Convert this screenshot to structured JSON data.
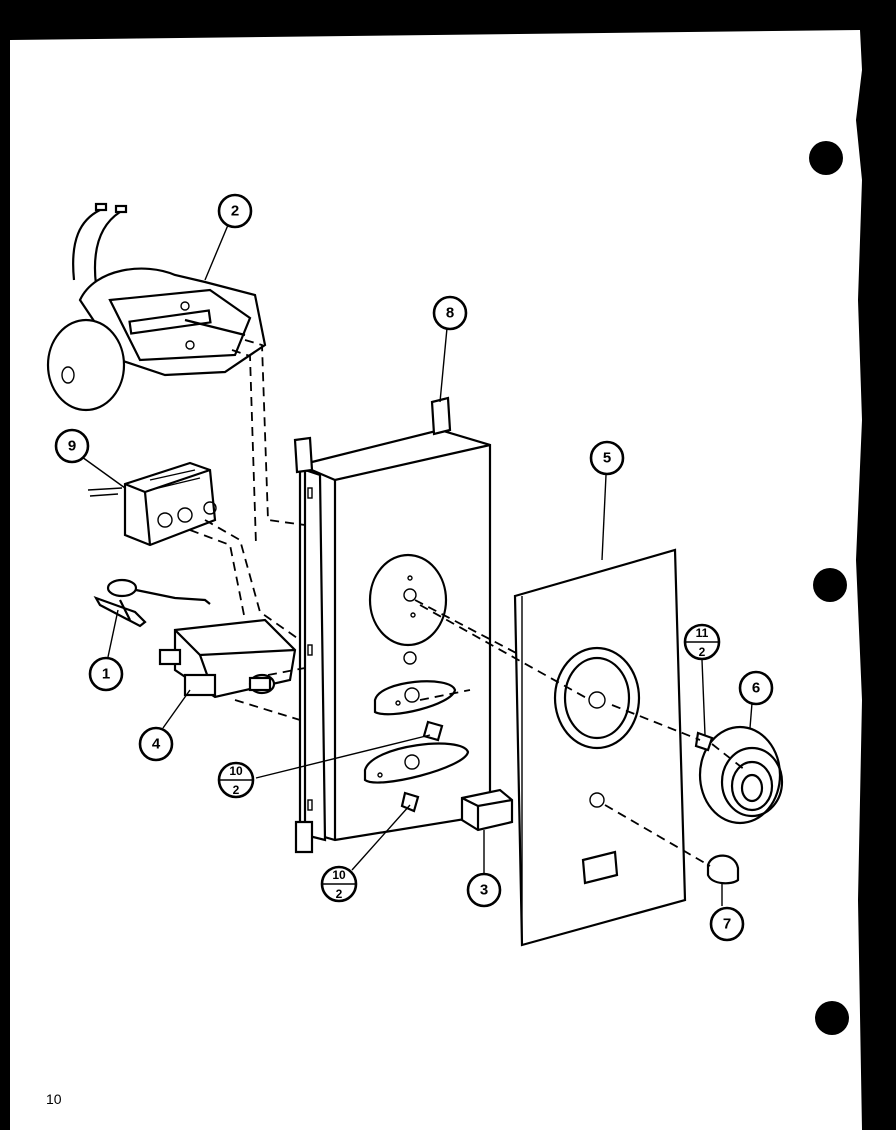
{
  "page": {
    "number": "10"
  },
  "callouts": {
    "c1": "1",
    "c2": "2",
    "c3": "3",
    "c4": "4",
    "c5": "5",
    "c6": "6",
    "c7": "7",
    "c8": "8",
    "c9": "9",
    "c10a_top": "10",
    "c10a_bot": "2",
    "c10b_top": "10",
    "c10b_bot": "2",
    "c11_top": "11",
    "c11_bot": "2"
  },
  "colors": {
    "paper": "#ffffff",
    "ink": "#000000",
    "margin": "#000000"
  }
}
